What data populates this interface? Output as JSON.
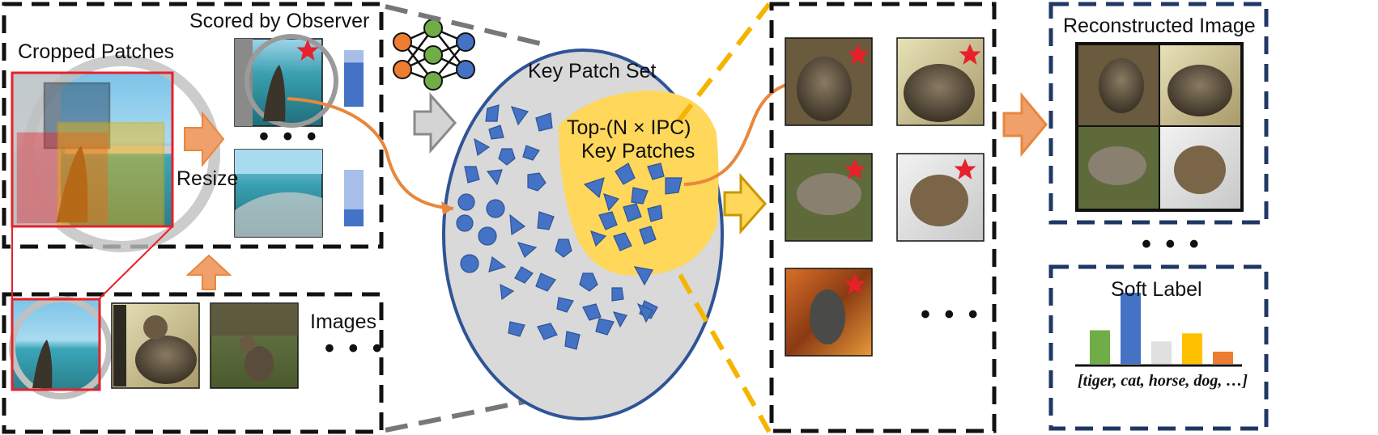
{
  "labels": {
    "cropped_patches": "Cropped Patches",
    "scored_by_observer": "Scored by Observer",
    "resize": "Resize",
    "images": "Images",
    "key_patch_set": "Key Patch Set",
    "top_n_ipc_line1": "Top-(N × IPC)",
    "top_n_ipc_line2": "Key Patches",
    "reconstructed_image": "Reconstructed Image",
    "soft_label": "Soft Label",
    "soft_label_classes": "[tiger, cat, horse, dog, …]",
    "ellipsis": "• • •"
  },
  "colors": {
    "orange": "#f0a06a",
    "orange_dark": "#e8873e",
    "blue": "#4472c4",
    "blue_light": "#a7bee8",
    "gray_ellipse": "#d9d9d9",
    "yellow": "#ffd75a",
    "gold": "#d4a017",
    "red_box": "#e8202a",
    "star": "#e8202a",
    "navy_dash": "#1f3864"
  },
  "observer_scores": [
    0.78,
    0.3
  ],
  "soft_label_values": [
    0.33,
    0.7,
    0.22,
    0.3,
    0.12
  ],
  "icons": [
    "neural-network-icon",
    "gray-arrow-icon",
    "orange-arrow-icon",
    "gold-arrow-icon",
    "star-icon"
  ]
}
